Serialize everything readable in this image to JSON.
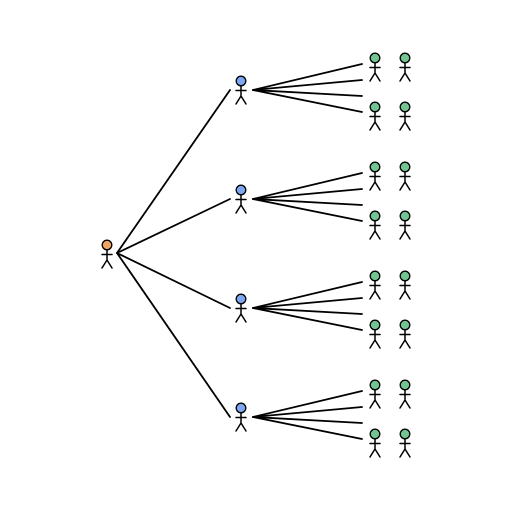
{
  "tree": {
    "root": {
      "icon": "person-icon",
      "color": "#F0A560"
    },
    "children": [
      {
        "icon": "person-icon",
        "color": "#7EA7F2",
        "leaf_count": 4
      },
      {
        "icon": "person-icon",
        "color": "#7EA7F2",
        "leaf_count": 4
      },
      {
        "icon": "person-icon",
        "color": "#7EA7F2",
        "leaf_count": 4
      },
      {
        "icon": "person-icon",
        "color": "#7EA7F2",
        "leaf_count": 4
      }
    ],
    "leaf_icon": "person-icon",
    "leaf_color": "#72C592",
    "leaves_per_child": 4
  }
}
